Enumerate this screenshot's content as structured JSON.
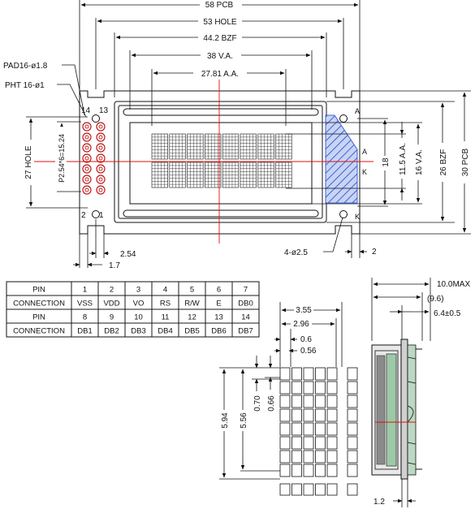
{
  "top_dims": {
    "pcb": "58 PCB",
    "hole": "53 HOLE",
    "bzf": "44.2 BZF",
    "va": "38 V.A.",
    "aa": "27.81 A.A."
  },
  "left_labels": {
    "pad": "PAD16-ø1.8",
    "pht": "PHT 16-ø1",
    "hole27": "27 HOLE",
    "pitch": "P2.54*6=15.24",
    "pin14": "14",
    "pin13": "13",
    "pin2": "2",
    "pin1": "1"
  },
  "bottom_dims": {
    "d254": "2.54",
    "d17": "1.7",
    "mount_holes": "4-ø2.5",
    "d2": "2"
  },
  "right_dims": {
    "aa115": "11.5 A.A.",
    "va16": "16 V.A.",
    "d18": "18",
    "bzf26": "26 BZF",
    "pcb30": "30 PCB",
    "led_a": "A",
    "led_k": "K"
  },
  "pin_table": {
    "rows": [
      [
        "PIN",
        "1",
        "2",
        "3",
        "4",
        "5",
        "6",
        "7"
      ],
      [
        "CONNECTION",
        "VSS",
        "VDD",
        "VO",
        "RS",
        "R/W",
        "E",
        "DB0"
      ],
      [
        "PIN",
        "8",
        "9",
        "10",
        "11",
        "12",
        "13",
        "14"
      ],
      [
        "CONNECTION",
        "DB1",
        "DB2",
        "DB3",
        "DB4",
        "DB5",
        "DB6",
        "DB7"
      ]
    ]
  },
  "char_dims": {
    "w355": "3.55",
    "w296": "2.96",
    "w06": "0.6",
    "w056": "0.56",
    "h594": "5.94",
    "h556": "5.56",
    "h070": "0.70",
    "h066": "0.66"
  },
  "side_dims": {
    "max": "10.0MAX",
    "ref": "(9.6)",
    "thick": "6.4±0.5",
    "d12": "1.2"
  },
  "colors": {
    "line": "#111111",
    "dim": "#222222",
    "center": "#e01010",
    "hatch": "#4060d0",
    "hatch_fill": "#c8d4f4",
    "pad": "#c01818",
    "board": "#9ec9a8",
    "side_dark": "#3a3a3a",
    "side_mid": "#8a8a8a"
  }
}
